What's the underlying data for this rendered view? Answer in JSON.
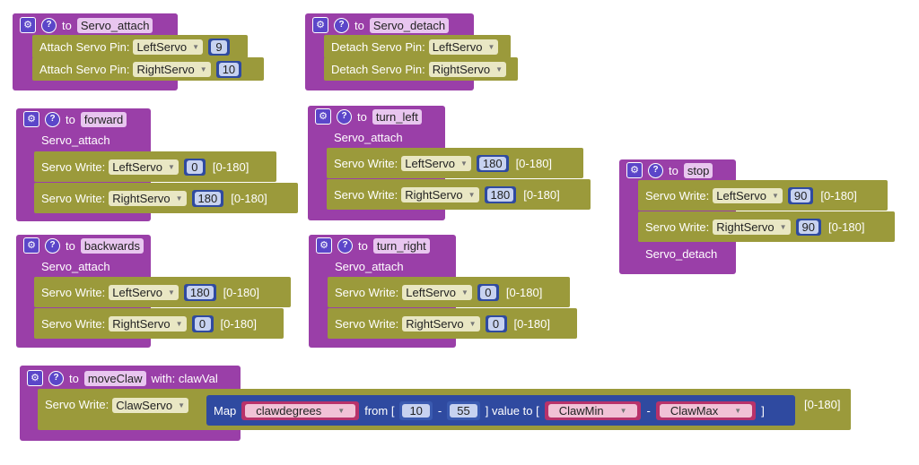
{
  "labels": {
    "to": "to",
    "attach_servo_pin": "Attach Servo Pin:",
    "detach_servo_pin": "Detach Servo Pin:",
    "servo_write": "Servo Write:",
    "servo_attach_call": "Servo_attach",
    "servo_detach_call": "Servo_detach",
    "range": "[0-180]",
    "map": "Map",
    "from": "from [",
    "dash": "-",
    "value_to": "] value to [",
    "close": "]",
    "with": "with: clawVal"
  },
  "procedures": {
    "servo_attach": {
      "name": "Servo_attach",
      "rows": [
        {
          "servo": "LeftServo",
          "pin": "9"
        },
        {
          "servo": "RightServo",
          "pin": "10"
        }
      ]
    },
    "servo_detach": {
      "name": "Servo_detach",
      "rows": [
        {
          "servo": "LeftServo"
        },
        {
          "servo": "RightServo"
        }
      ]
    },
    "forward": {
      "name": "forward",
      "rows": [
        {
          "servo": "LeftServo",
          "value": "0"
        },
        {
          "servo": "RightServo",
          "value": "180"
        }
      ]
    },
    "turn_left": {
      "name": "turn_left",
      "rows": [
        {
          "servo": "LeftServo",
          "value": "180"
        },
        {
          "servo": "RightServo",
          "value": "180"
        }
      ]
    },
    "stop": {
      "name": "stop",
      "rows": [
        {
          "servo": "LeftServo",
          "value": "90"
        },
        {
          "servo": "RightServo",
          "value": "90"
        }
      ]
    },
    "backwards": {
      "name": "backwards",
      "rows": [
        {
          "servo": "LeftServo",
          "value": "180"
        },
        {
          "servo": "RightServo",
          "value": "0"
        }
      ]
    },
    "turn_right": {
      "name": "turn_right",
      "rows": [
        {
          "servo": "LeftServo",
          "value": "0"
        },
        {
          "servo": "RightServo",
          "value": "0"
        }
      ]
    },
    "moveclaw": {
      "name": "moveClaw",
      "servo": "ClawServo",
      "var": "clawdegrees",
      "from_min": "10",
      "from_max": "55",
      "to_min": "ClawMin",
      "to_max": "ClawMax"
    }
  },
  "icons": {
    "gear": "⚙",
    "help": "?",
    "dropdown": "▼"
  },
  "colors": {
    "procedure": "#9a3fa8",
    "statement": "#9b9a3b",
    "number": "#2f4aa0",
    "variable": "#b8326a"
  }
}
